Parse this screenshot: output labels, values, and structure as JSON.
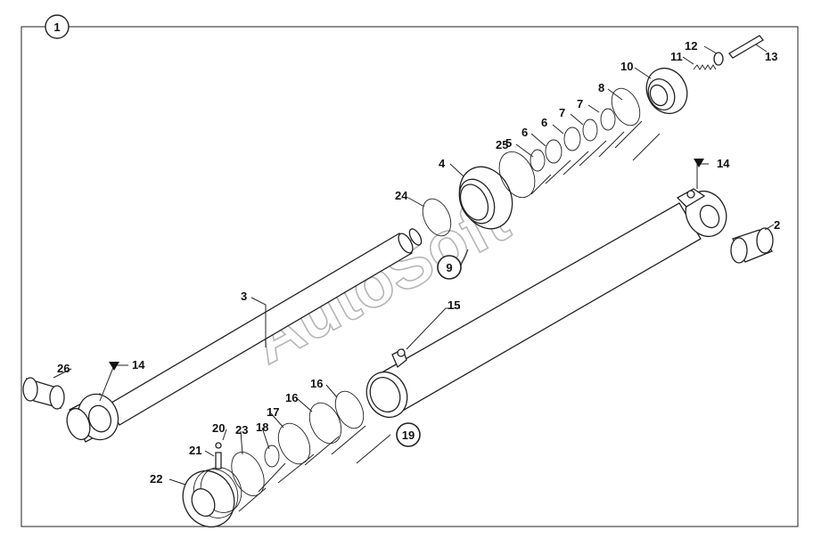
{
  "diagram": {
    "assembly_number": "1",
    "watermark": "AutoSoft",
    "part_labels": [
      "2",
      "3",
      "4",
      "5",
      "6",
      "6",
      "7",
      "7",
      "8",
      "9",
      "10",
      "11",
      "12",
      "13",
      "14",
      "14",
      "15",
      "16",
      "16",
      "17",
      "18",
      "19",
      "20",
      "21",
      "22",
      "23",
      "24",
      "25",
      "26"
    ],
    "circled_labels": [
      "1",
      "9",
      "19"
    ]
  }
}
